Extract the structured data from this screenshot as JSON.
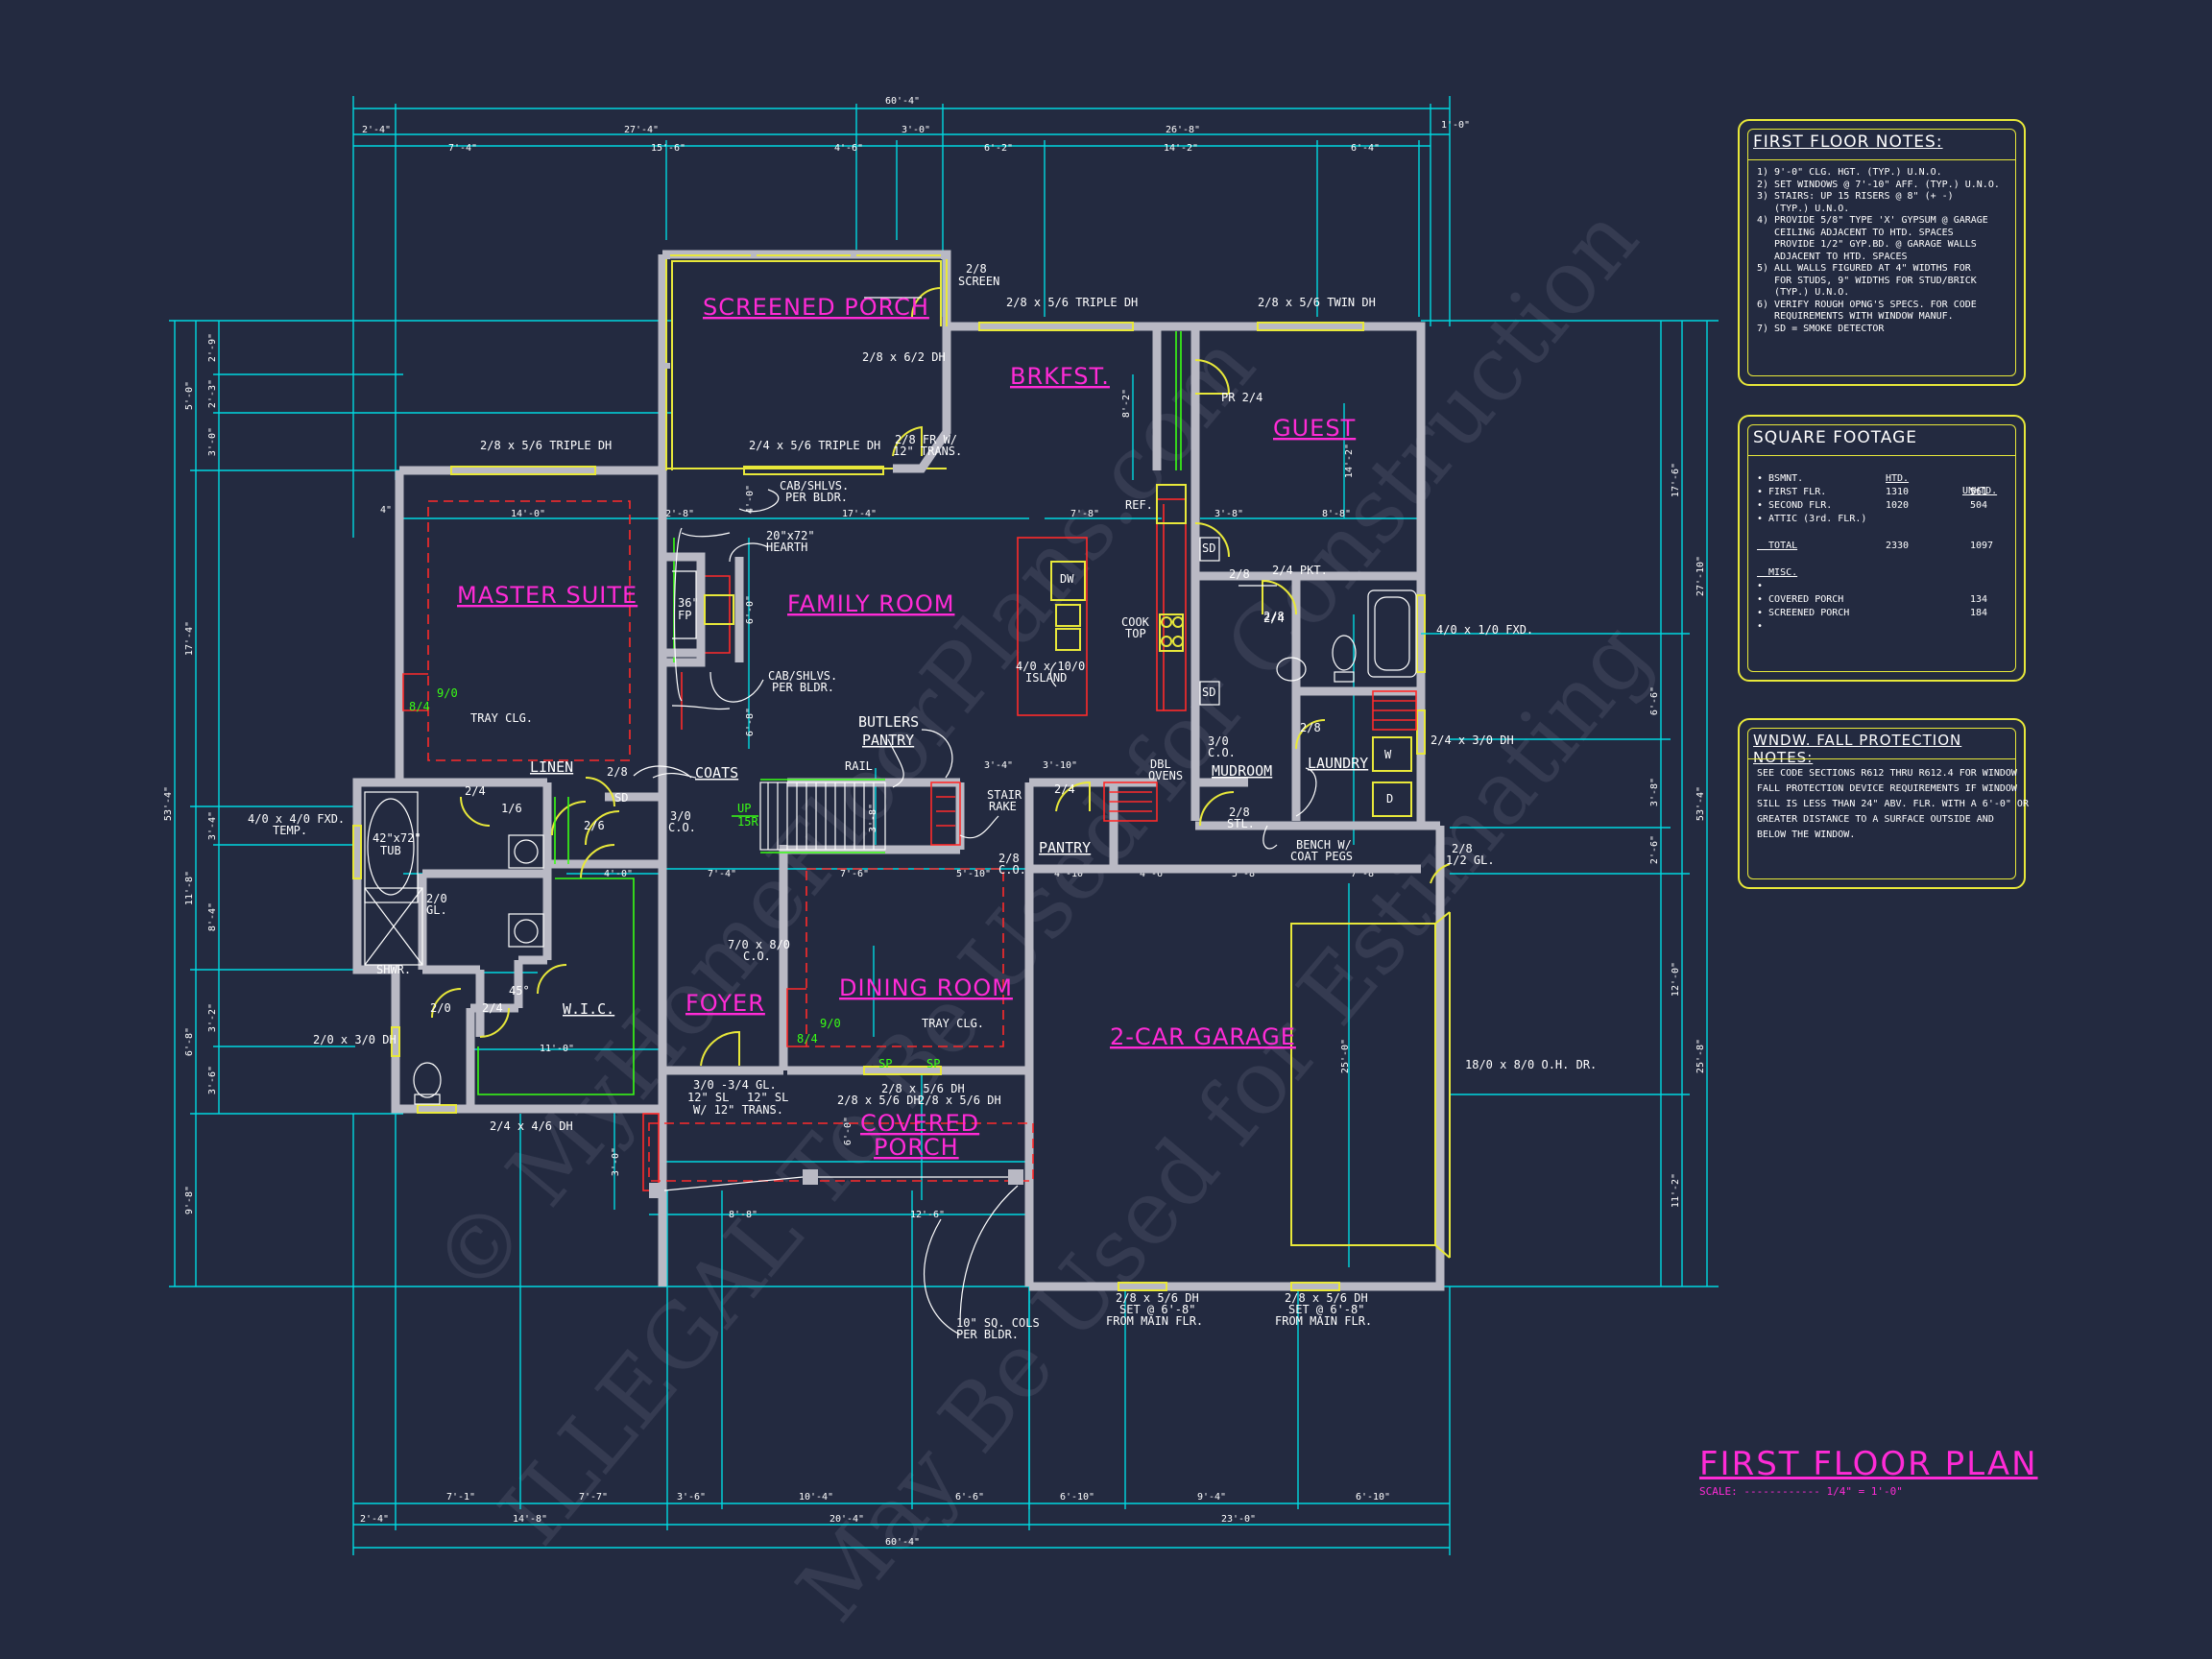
{
  "plan_title": "FIRST FLOOR PLAN",
  "scale": "SCALE: ------------ 1/4\" = 1'-0\"",
  "watermark": {
    "line1": "© MyHomeFloorPlans.com",
    "line2": "ILLEGAL To Be Used for Construction",
    "line3": "May Be Used for Estimating"
  },
  "rooms": {
    "screened_porch": "SCREENED PORCH",
    "brkfst": "BRKFST.",
    "guest": "GUEST",
    "master_suite": "MASTER SUITE",
    "family_room": "FAMILY ROOM",
    "foyer": "FOYER",
    "dining_room": "DINING ROOM",
    "covered_porch_1": "COVERED",
    "covered_porch_2": "PORCH",
    "garage": "2-CAR GARAGE",
    "wic": "W.I.C.",
    "linen": "LINEN",
    "coats": "COATS",
    "butlers_1": "BUTLERS",
    "butlers_2": "PANTRY",
    "pantry": "PANTRY",
    "mudroom": "MUDROOM",
    "laundry": "LAUNDRY"
  },
  "labels": {
    "screen_1": "2/8",
    "screen_2": "SCREEN",
    "win_triple_top": "2/8 x 5/6 TRIPLE DH",
    "win_twin_top": "2/8 x 5/6 TWIN DH",
    "win_62": "2/8 x 6/2 DH",
    "win_master": "2/8 x 5/6 TRIPLE DH",
    "win_family": "2/4 x 5/6 TRIPLE DH",
    "fr_w_1": "2/8 FR W/",
    "fr_w_2": "12\" TRANS.",
    "cab_1a": "CAB/SHLVS.",
    "cab_1b": "PER BLDR.",
    "hearth_1": "20\"x72\"",
    "hearth_2": "HEARTH",
    "fp_1": "36\"",
    "fp_2": "FP",
    "cab_2a": "CAB/SHLVS.",
    "cab_2b": "PER BLDR.",
    "tray_clg": "TRAY CLG.",
    "tray_clg_2": "TRAY CLG.",
    "rail": "RAIL",
    "stair_rake_1": "STAIR",
    "stair_rake_2": "RAKE",
    "up": "UP",
    "risers": "15R",
    "co_1": "3/0",
    "co_2": "C.O.",
    "co_710a": "7/0 x 8/0",
    "co_710b": "C.O.",
    "dw": "DW",
    "island_1": "4/0 x 10/0",
    "island_2": "ISLAND",
    "cooktop_1": "COOK",
    "cooktop_2": "TOP",
    "ref": "REF.",
    "dbl_ovens_1": "DBL",
    "dbl_ovens_2": "OVENS",
    "pr": "PR 2/4",
    "pkt": "2/4 PKT.",
    "fxd_410": "4/0 x 1/0 FXD.",
    "dh_2431": "2/4 x 3/0 DH",
    "half_gl_1": "2/8",
    "half_gl_2": "1/2 GL.",
    "bench_1": "BENCH W/",
    "bench_2": "COAT PEGS",
    "co_mud_1": "3/0",
    "co_mud_2": "C.O.",
    "stl_1": "2/8",
    "stl_2": "STL.",
    "w": "W",
    "d": "D",
    "sd": "SD",
    "fxd_temp_1": "4/0 x 4/0 FXD.",
    "fxd_temp_2": "TEMP.",
    "tub_1": "42\"x72\"",
    "tub_2": "TUB",
    "shwr": "SHWR.",
    "gl_20": "2/0",
    "gl_20b": "GL.",
    "dh_2130": "2/0 x 3/0 DH",
    "dh_2446": "2/4 x 4/6 DH",
    "oh_door": "18/0 x 8/0 O.H. DR.",
    "dh_bottom_1a": "2/8 x 5/6 DH",
    "dh_bottom_1b": "SET @ 6'-8\"",
    "dh_bottom_1c": "FROM MAIN FLR.",
    "dh_bottom_2a": "2/8 x 5/6 DH",
    "dh_bottom_2b": "SET @ 6'-8\"",
    "dh_bottom_2c": "FROM MAIN FLR.",
    "entry_1": "3/0 -3/4 GL.",
    "entry_2": "12\" SL",
    "entry_3": "12\" SL",
    "entry_4": "W/ 12\" TRANS.",
    "dh_porch_1": "2/8 x 5/6 DH",
    "dh_porch_2": "2/8 x 5/6 DH",
    "dh_porch_3": "2/8 x 5/6 DH",
    "cols_1": "10\" SQ. COLS",
    "cols_2": "PER BLDR.",
    "d_28a": "2/8",
    "d_28b": "2/8",
    "d_26": "2/6",
    "d_24a": "2/4",
    "d_24b": "2/4",
    "d_24c": "2/4",
    "d_16": "1/6",
    "d_20": "2/0",
    "d_28m": "2/8",
    "d_28c": "2/8",
    "d_28co_1": "2/8",
    "d_28co_2": "C.O.",
    "d_45": "45°",
    "g_910": "9/0",
    "g_84": "8/4",
    "g_910b": "9/0",
    "g_84b": "8/4",
    "g_sp1": "SP",
    "g_sp2": "SP"
  },
  "dims_top": {
    "overall": "60'-4\"",
    "r1": [
      "2'-4\"",
      "27'-4\"",
      "3'-0\"",
      "26'-8\"",
      "1'-0\""
    ],
    "r2": [
      "7'-4\"",
      "15'-6\"",
      "4'-6\"",
      "6'-2\"",
      "14'-2\"",
      "6'-4\""
    ]
  },
  "dims_bottom": {
    "overall": "60'-4\"",
    "r1": [
      "2'-4\"",
      "14'-8\"",
      "20'-4\"",
      "23'-0\""
    ],
    "r2": [
      "7'-1\"",
      "7'-7\"",
      "3'-6\"",
      "10'-4\"",
      "6'-6\"",
      "6'-10\"",
      "9'-4\"",
      "6'-10\""
    ]
  },
  "dims_left": {
    "overall": "53'-4\"",
    "r1": [
      "5'-0\"",
      "17'-4\"",
      "11'-8\"",
      "6'-8\"",
      "9'-8\""
    ],
    "r2": [
      "2'-9\"",
      "2'-3\"",
      "3'-0\"",
      "3'-4\"",
      "8'-4\"",
      "3'-2\"",
      "3'-6\""
    ]
  },
  "dims_right": {
    "overall": "53'-4\"",
    "r1": [
      "17'-6\"",
      "12'-0\"",
      "11'-2\""
    ],
    "r2": [
      "27'-10\"",
      "25'-8\""
    ],
    "r3": [
      "6'-6\"",
      "3'-8\"",
      "2'-6\""
    ]
  },
  "dims_inner": {
    "master_w": "14'-0\"",
    "family_w": "17'-4\"",
    "kitchen_w": "7'-8\"",
    "a1": "2'-8\"",
    "a2": "3'-8\"",
    "a3": "8'-8\"",
    "a4": "4'-0\"",
    "a5": "6'-0\"",
    "a6": "6'-8\"",
    "a7": "8'-2\"",
    "a8": "14'-2\"",
    "a9": "7'-4\"",
    "a10": "7'-6\"",
    "a11": "5'-10\"",
    "a12": "3'-4\"",
    "a13": "3'-10\"",
    "a14": "4'-10\"",
    "a15": "4'-6\"",
    "a16": "5'-8\"",
    "a17": "7'-8\"",
    "a18": "4'-0\"",
    "a19": "11'-0\"",
    "a20": "3'-0\"",
    "a21": "8'-8\"",
    "a22": "12'-6\"",
    "a23": "6'-0\"",
    "a24": "25'-0\"",
    "a25": "3'-8\"",
    "a26": "4\""
  },
  "notes": {
    "title": "FIRST FLOOR NOTES:",
    "lines": [
      "1) 9'-0\" CLG. HGT. (TYP.) U.N.O.",
      "2) SET WINDOWS @ 7'-10\" AFF. (TYP.) U.N.O.",
      "3) STAIRS: UP 15 RISERS @ 8\" (+ -)",
      "   (TYP.) U.N.O.",
      "4) PROVIDE 5/8\" TYPE 'X' GYPSUM @ GARAGE",
      "   CEILING ADJACENT TO HTD. SPACES",
      "   PROVIDE 1/2\" GYP.BD. @ GARAGE WALLS",
      "   ADJACENT TO HTD. SPACES",
      "5) ALL WALLS FIGURED AT 4\" WIDTHS FOR",
      "   FOR STUDS, 9\" WIDTHS FOR STUD/BRICK",
      "   (TYP.) U.N.O.",
      "6) VERIFY ROUGH OPNG'S SPECS. FOR CODE",
      "   REQUIREMENTS WITH WINDOW MANUF.",
      "7) SD = SMOKE DETECTOR"
    ]
  },
  "sqft": {
    "title": "SQUARE FOOTAGE",
    "col_htd": "HTD.",
    "col_unhtd": "UNHTD.",
    "rows": [
      {
        "label": "• BSMNT.",
        "htd": "",
        "unhtd": ""
      },
      {
        "label": "• FIRST FLR.",
        "htd": "1310",
        "unhtd": "561"
      },
      {
        "label": "• SECOND FLR.",
        "htd": "1020",
        "unhtd": "504"
      },
      {
        "label": "• ATTIC (3rd. FLR.)",
        "htd": "",
        "unhtd": ""
      },
      {
        "label": "",
        "htd": "",
        "unhtd": ""
      },
      {
        "label": "  TOTAL",
        "htd": "2330",
        "unhtd": "1097"
      },
      {
        "label": "",
        "htd": "",
        "unhtd": ""
      },
      {
        "label": "  MISC.",
        "htd": "",
        "unhtd": ""
      },
      {
        "label": "•",
        "htd": "",
        "unhtd": ""
      },
      {
        "label": "• COVERED PORCH",
        "htd": "",
        "unhtd": "134"
      },
      {
        "label": "• SCREENED PORCH",
        "htd": "",
        "unhtd": "184"
      },
      {
        "label": "•",
        "htd": "",
        "unhtd": ""
      }
    ]
  },
  "fall": {
    "title": "WNDW. FALL PROTECTION NOTES:",
    "lines": [
      "SEE CODE SECTIONS R612 THRU R612.4 FOR WINDOW",
      "FALL PROTECTION DEVICE REQUIREMENTS IF WINDOW",
      "SILL IS LESS THAN 24\" ABV. FLR. WITH A 6'-0\" OR",
      "GREATER DISTANCE TO A SURFACE OUTSIDE AND",
      "BELOW THE WINDOW."
    ]
  },
  "colors": {
    "background": "#232a40",
    "dimension": "#00d8e0",
    "wall": "#b9b9c4",
    "room_label": "#ff2bd6",
    "window": "#e8e83a",
    "ceiling": "#ff2a2a",
    "notes_border": "#e8e83a"
  }
}
